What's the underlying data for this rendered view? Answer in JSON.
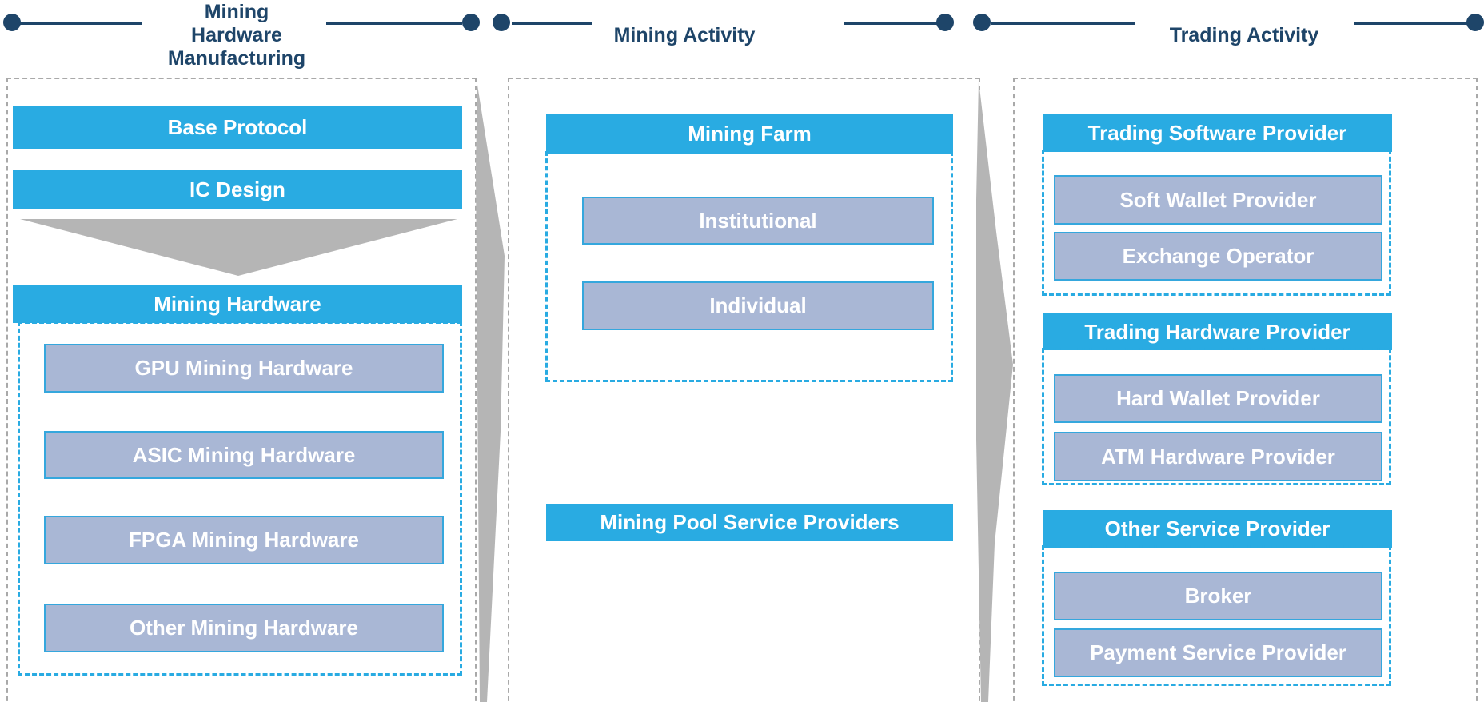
{
  "colors": {
    "accent_blue": "#29abe2",
    "subbox_fill": "#a9b7d5",
    "subbox_border": "#35a7dd",
    "navy": "#1e4569",
    "gray_shape": "#b5b5b5",
    "dashed_gray": "#a9a9a9"
  },
  "timeline": {
    "sections": [
      {
        "label": "Mining Hardware Manufacturing",
        "lines": [
          "Mining",
          "Hardware",
          "Manufacturing"
        ]
      },
      {
        "label": "Mining Activity"
      },
      {
        "label": "Trading Activity"
      }
    ]
  },
  "columns": {
    "mining_hardware_manufacturing": {
      "bars": [
        "Base Protocol",
        "IC Design",
        "Mining Hardware"
      ],
      "sub_items": [
        "GPU Mining Hardware",
        "ASIC Mining Hardware",
        "FPGA Mining Hardware",
        "Other Mining Hardware"
      ]
    },
    "mining_activity": {
      "farm_bar": "Mining Farm",
      "farm_items": [
        "Institutional",
        "Individual"
      ],
      "pool_bar": "Mining Pool Service Providers"
    },
    "trading_activity": {
      "groups": [
        {
          "header": "Trading Software Provider",
          "items": [
            "Soft Wallet Provider",
            "Exchange Operator"
          ]
        },
        {
          "header": "Trading Hardware Provider",
          "items": [
            "Hard Wallet Provider",
            "ATM Hardware Provider"
          ]
        },
        {
          "header": "Other Service Provider",
          "items": [
            "Broker",
            "Payment Service Provider"
          ]
        }
      ]
    }
  }
}
